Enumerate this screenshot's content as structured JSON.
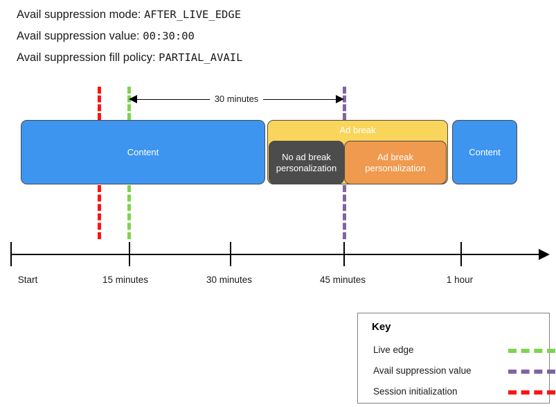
{
  "header": {
    "lines": [
      {
        "label": "Avail suppression mode:",
        "value": "AFTER_LIVE_EDGE"
      },
      {
        "label": "Avail suppression value:",
        "value": "00:30:00"
      },
      {
        "label": "Avail suppression fill policy:",
        "value": "PARTIAL_AVAIL"
      }
    ]
  },
  "diagram": {
    "measure_label": "30 minutes",
    "bars": [
      {
        "name": "content-left",
        "label": "Content"
      },
      {
        "name": "ad-break",
        "label": "Ad break"
      },
      {
        "name": "no-ad-break-personalization",
        "label": "No ad break personalization"
      },
      {
        "name": "ad-break-personalization",
        "label": "Ad break personalization"
      },
      {
        "name": "content-right",
        "label": "Content"
      }
    ],
    "markers": [
      {
        "name": "session-initialization",
        "color": "#fc1414"
      },
      {
        "name": "live-edge",
        "color": "#7ed34f"
      },
      {
        "name": "avail-suppression-value",
        "color": "#8064a2"
      }
    ]
  },
  "axis": {
    "ticks": [
      {
        "label": "Start"
      },
      {
        "label": "15 minutes"
      },
      {
        "label": "30 minutes"
      },
      {
        "label": "45 minutes"
      },
      {
        "label": "1 hour"
      }
    ]
  },
  "legend": {
    "title": "Key",
    "items": [
      {
        "label": "Live edge",
        "color": "#7ed34f"
      },
      {
        "label": "Avail suppression value",
        "color": "#8064a2"
      },
      {
        "label": "Session initialization",
        "color": "#fc1414"
      }
    ]
  },
  "colors": {
    "content": "#3d95f0",
    "ad_break": "#fad55c",
    "no_ad_break_personalization": "#4c4c4c",
    "ad_break_personalization": "#ef9a4e",
    "live_edge": "#7ed34f",
    "avail_suppression": "#8064a2",
    "session_init": "#fc1414"
  }
}
